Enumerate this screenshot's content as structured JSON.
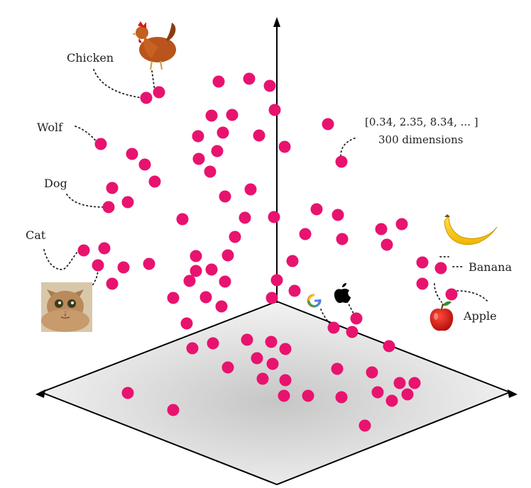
{
  "labels": {
    "chicken": "Chicken",
    "wolf": "Wolf",
    "dog": "Dog",
    "cat": "Cat",
    "banana": "Banana",
    "apple": "Apple",
    "vector": "[0.34, 2.35, 8.34, ... ]",
    "dimensions": "300 dimensions"
  },
  "icons": [
    "chicken-icon",
    "cat-photo-icon",
    "banana-icon",
    "apple-fruit-icon",
    "google-logo-icon",
    "apple-logo-icon"
  ],
  "colors": {
    "point": "#e8136e",
    "plane_center": "#c8c8c8",
    "plane_edge": "#f7f7f7",
    "axis": "#000000"
  }
}
